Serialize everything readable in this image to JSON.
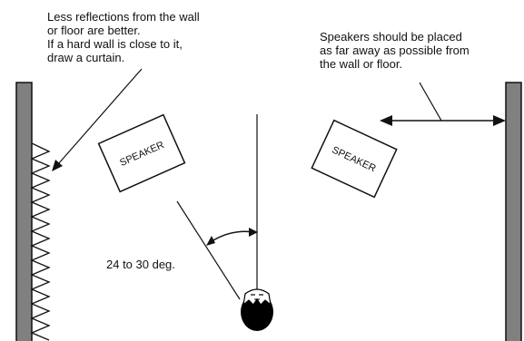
{
  "notes": {
    "reflection_line1": "Less reflections from the wall",
    "reflection_line2": "or floor are better.",
    "curtain_line1": "If a hard wall is close to it,",
    "curtain_line2": "draw a curtain.",
    "placement_line1": "Speakers should be placed",
    "placement_line2": "as far away as possible from",
    "placement_line3": "the wall or floor."
  },
  "speakers": {
    "left_label": "SPEAKER",
    "right_label": "SPEAKER"
  },
  "angle": {
    "label": "24 to 30 deg."
  },
  "colors": {
    "wall": "#808080",
    "line": "#111111",
    "listener": "#000000"
  }
}
